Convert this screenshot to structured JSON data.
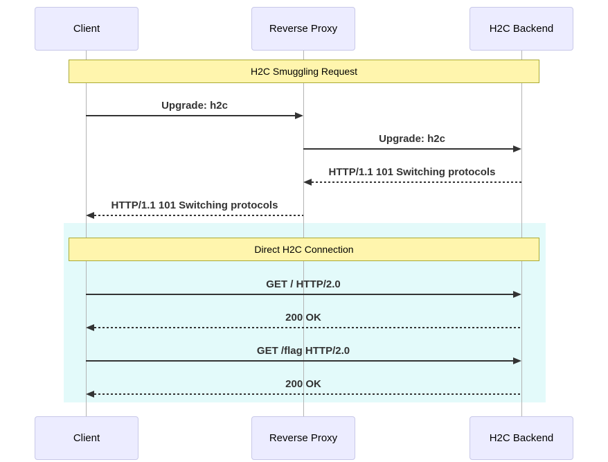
{
  "diagram": {
    "type": "sequence-diagram",
    "topic": "H2C smuggling"
  },
  "actors": [
    {
      "id": "client",
      "label": "Client"
    },
    {
      "id": "reverse-proxy",
      "label": "Reverse Proxy"
    },
    {
      "id": "h2c-backend",
      "label": "H2C Backend"
    }
  ],
  "notes": [
    {
      "id": "note-1",
      "label": "H2C Smuggling Request",
      "over": "client, reverse-proxy, h2c-backend"
    },
    {
      "id": "note-2",
      "label": "Direct H2C Connection",
      "over": "client, reverse-proxy, h2c-backend"
    }
  ],
  "messages": [
    {
      "from": "client",
      "to": "reverse-proxy",
      "label": "Upgrade: h2c",
      "line": "solid"
    },
    {
      "from": "reverse-proxy",
      "to": "h2c-backend",
      "label": "Upgrade: h2c",
      "line": "solid"
    },
    {
      "from": "h2c-backend",
      "to": "reverse-proxy",
      "label": "HTTP/1.1 101 Switching protocols",
      "line": "dashed"
    },
    {
      "from": "reverse-proxy",
      "to": "client",
      "label": "HTTP/1.1 101 Switching protocols",
      "line": "dashed"
    },
    {
      "from": "client",
      "to": "h2c-backend",
      "label": "GET / HTTP/2.0",
      "line": "solid"
    },
    {
      "from": "h2c-backend",
      "to": "client",
      "label": "200 OK",
      "line": "dashed"
    },
    {
      "from": "client",
      "to": "h2c-backend",
      "label": "GET /flag HTTP/2.0",
      "line": "solid"
    },
    {
      "from": "h2c-backend",
      "to": "client",
      "label": "200 OK",
      "line": "dashed"
    }
  ],
  "colors": {
    "actor_fill": "#ECECFF",
    "actor_border": "#C8C8E8",
    "note_fill": "#FFF5AD",
    "note_border": "#AAAA33",
    "highlight_fill": "#E3FAFA",
    "message_ink": "#333333",
    "lifeline": "#B3B3B3"
  }
}
